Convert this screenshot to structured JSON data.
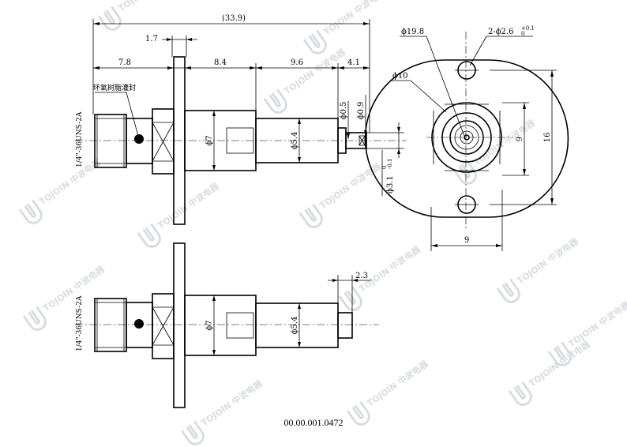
{
  "drawing": {
    "number": "00.00.001.0472",
    "note_label": "环氧树脂灌封",
    "thread_label": "1/4\"-36UNS-2A",
    "watermark": "TOJOIN 中波电器"
  },
  "dims": {
    "overall": "(33.9)",
    "flange": "1.7",
    "d1": "7.8",
    "d2": "8.4",
    "d3": "9.6",
    "d4": "4.1",
    "phi7": "ϕ7",
    "phi54": "ϕ5.4",
    "phi05": "ϕ0.5",
    "phi09": "ϕ0.9",
    "phi31": "ϕ3.1",
    "tol_up": "0",
    "tol_dn": "-0.1",
    "len23": "2.3",
    "phi198": "ϕ19.8",
    "holes": "2-ϕ2.6",
    "holes_tol_up": "+0.1",
    "holes_tol_dn": "0",
    "phi10": "ϕ10",
    "w9": "9",
    "h16": "16",
    "h9": "9"
  }
}
